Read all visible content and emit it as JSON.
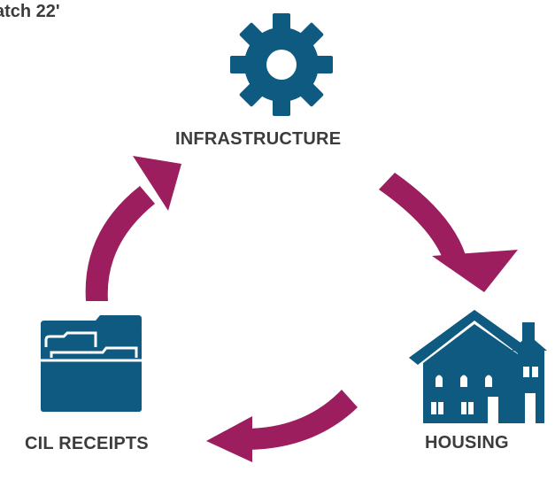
{
  "title": "atch 22'",
  "nodes": {
    "infrastructure": {
      "label": "INFRASTRUCTURE",
      "icon": "gear-icon"
    },
    "housing": {
      "label": "HOUSING",
      "icon": "house-icon"
    },
    "cil_receipts": {
      "label": "CIL RECEIPTS",
      "icon": "folder-icon"
    }
  },
  "colors": {
    "icon": "#0e5a80",
    "arrow": "#9c1e5e",
    "text": "#3c3c3c"
  }
}
